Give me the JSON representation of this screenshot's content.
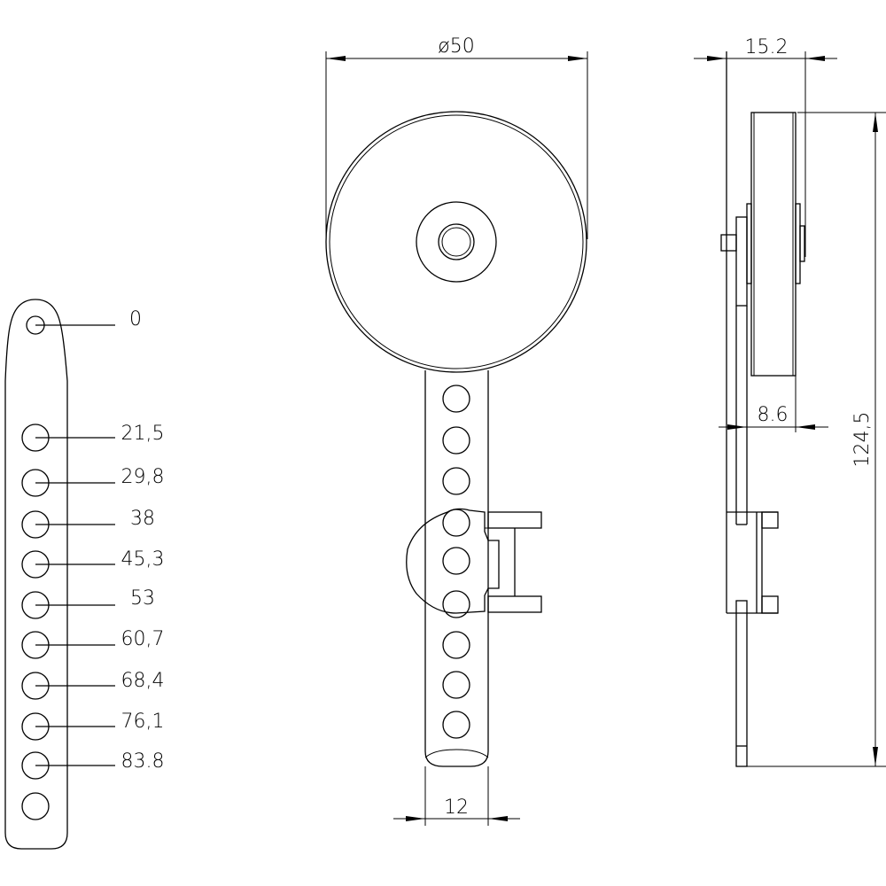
{
  "drawing": {
    "hole_positions": {
      "labels": [
        "0",
        "21,5",
        "29,8",
        "38",
        "45,3",
        "53",
        "60,7",
        "68,4",
        "76,1",
        "83.8"
      ]
    },
    "front_view": {
      "wheel_diameter_label": "ø50",
      "strip_width_label": "12"
    },
    "side_view": {
      "overall_width_label": "15.2",
      "wheel_width_label": "8.6",
      "overall_height_label": "124,5"
    }
  }
}
